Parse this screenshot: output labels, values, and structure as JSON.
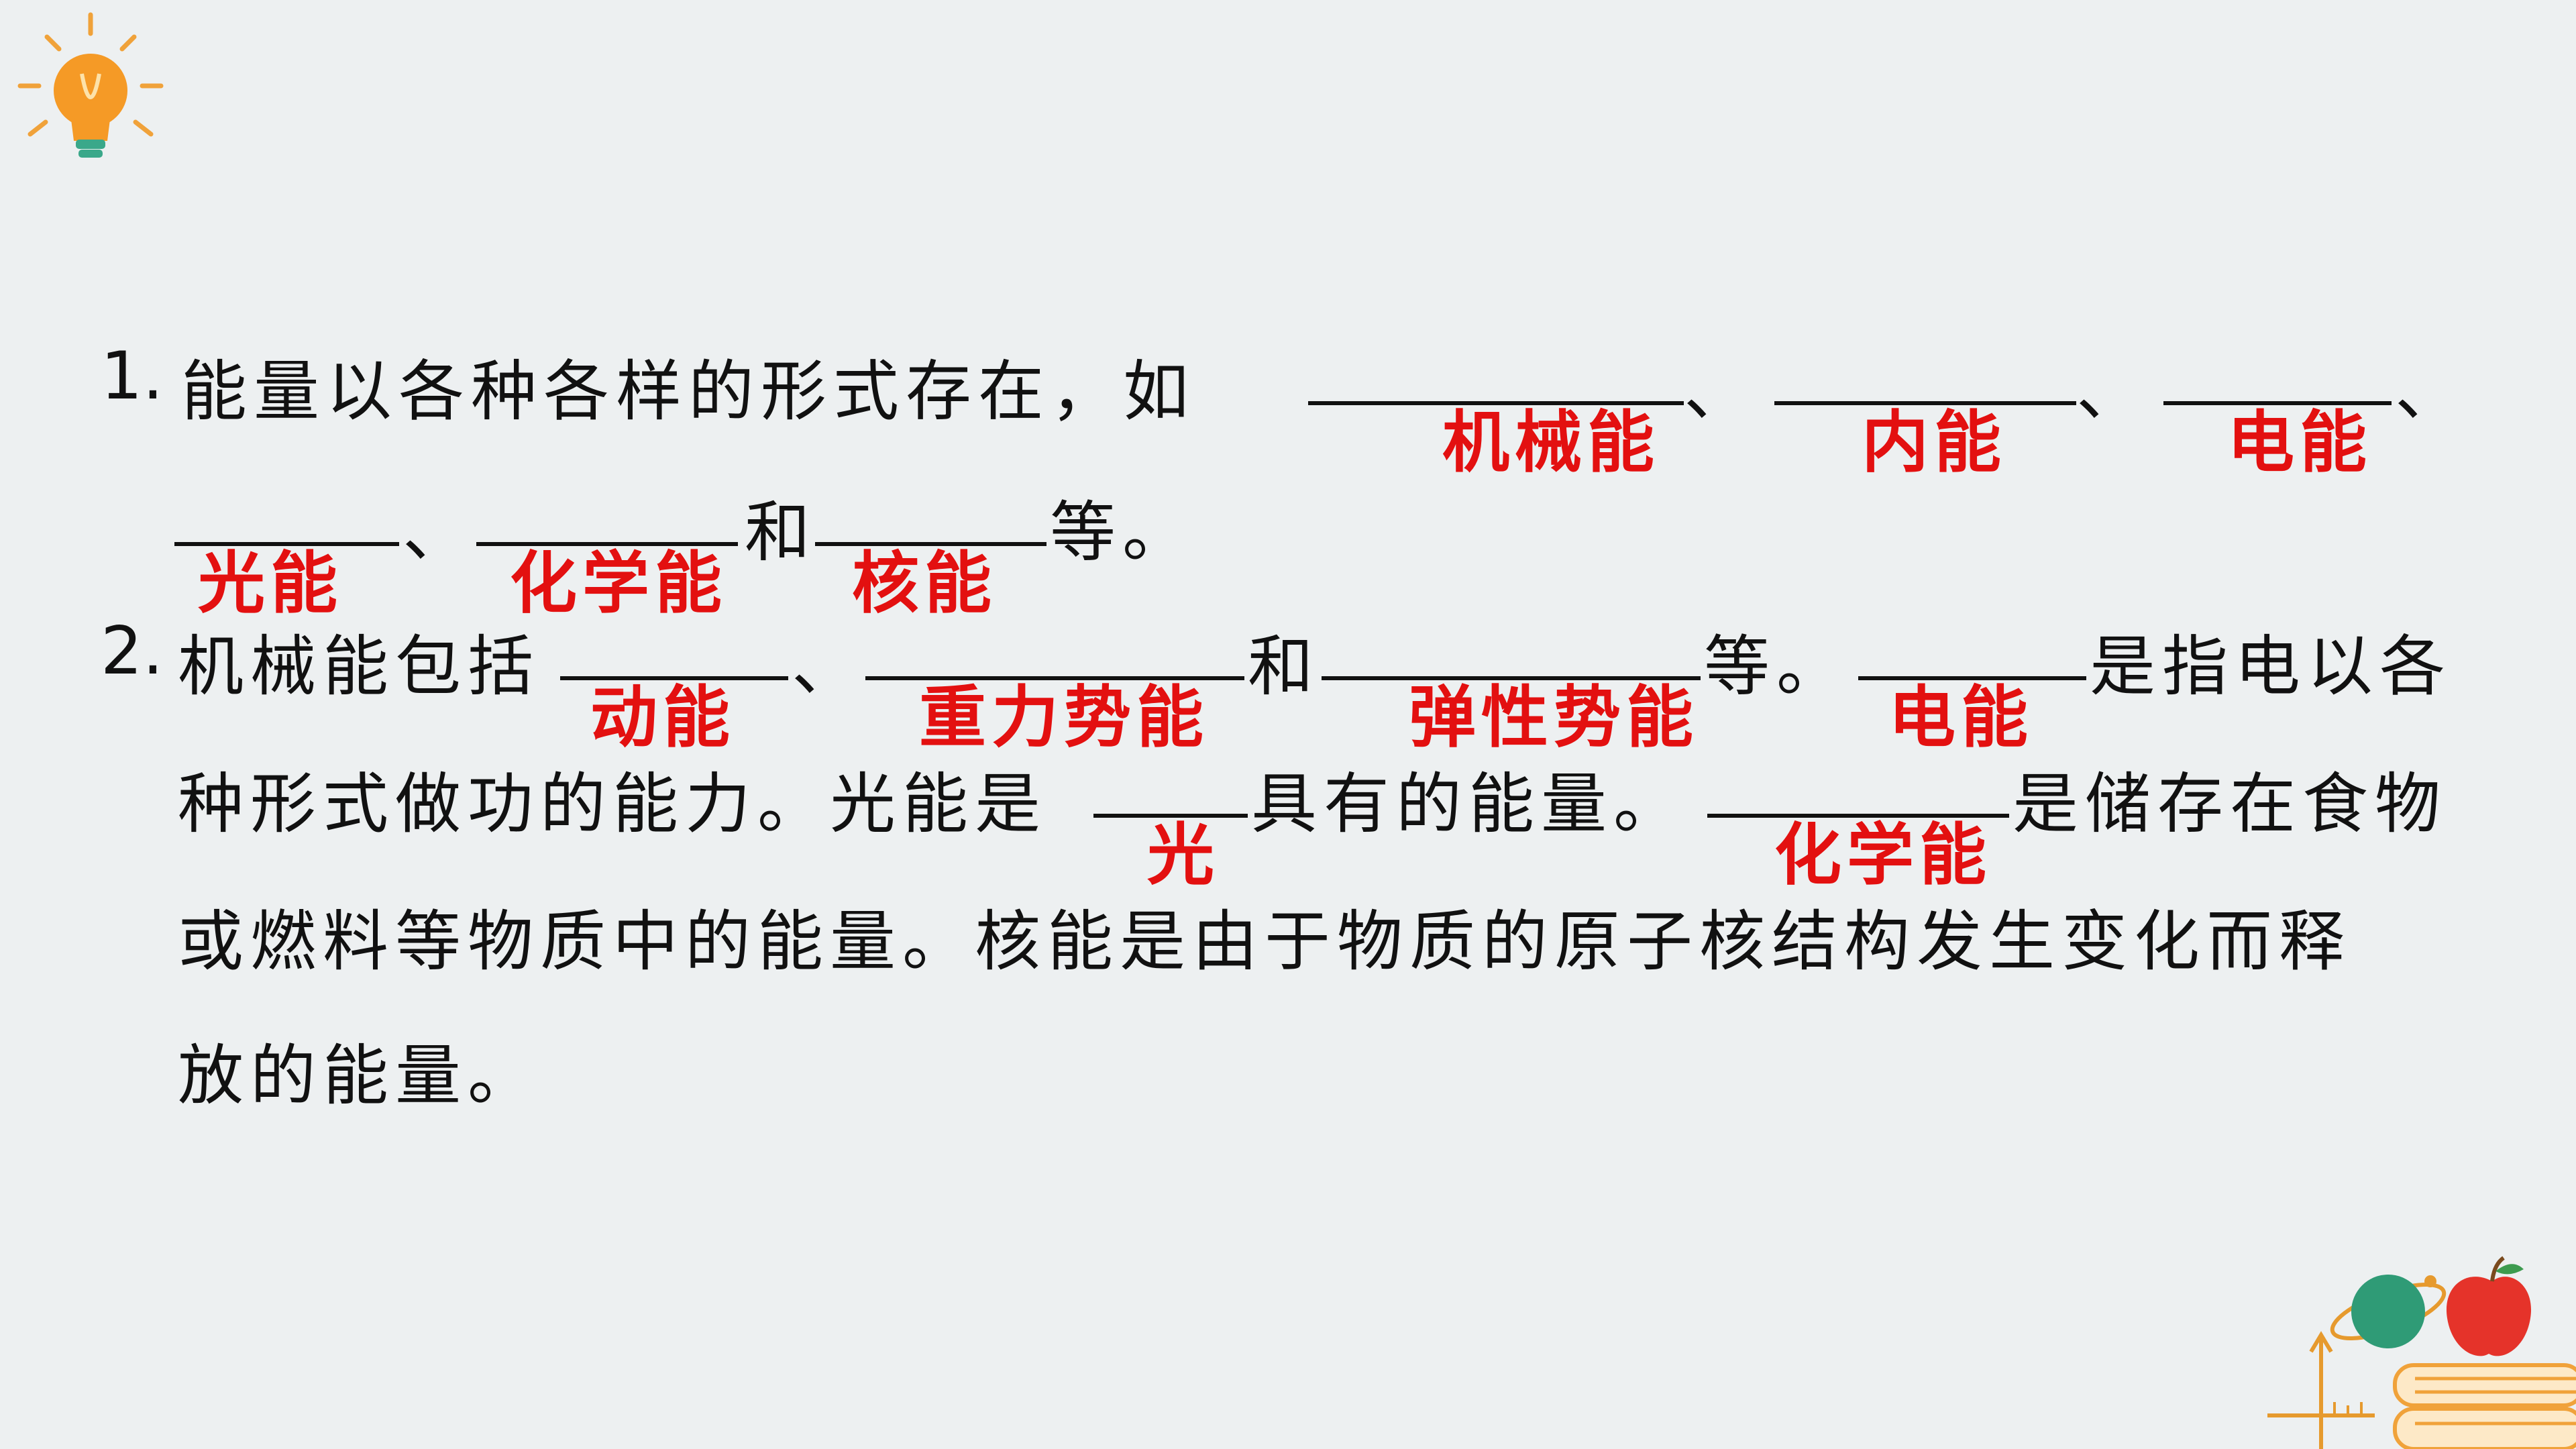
{
  "q1": {
    "number": "1.",
    "intro": "能量以各种各样的形式存在，如",
    "sep1": "、",
    "sep2": "、",
    "sep3": "、",
    "sep4": "、",
    "conj": "和",
    "end": "等。",
    "answers": [
      "机械能",
      "内能",
      "电能",
      "光能",
      "化学能",
      "核能"
    ]
  },
  "q2": {
    "number": "2.",
    "line1_start": "机械能包括",
    "sep1": "、",
    "conj": "和",
    "after_conj": "等。",
    "line1_end": "是指电以各",
    "line2_start": "种形式做功的能力。光能是",
    "line2_mid": "具有的能量。",
    "line2_end": "是储存在食物",
    "line3": "或燃料等物质中的能量。核能是由于物质的原子核结构发生变化而释",
    "line4": "放的能量。",
    "answers": [
      "动能",
      "重力势能",
      "弹性势能",
      "电能",
      "光",
      "化学能"
    ]
  },
  "colors": {
    "background": "#edf0f1",
    "answer": "#e31010",
    "text": "#111111"
  },
  "icons": {
    "top_left": "lightbulb-icon",
    "bottom_right": "globe-apple-books-icon"
  }
}
